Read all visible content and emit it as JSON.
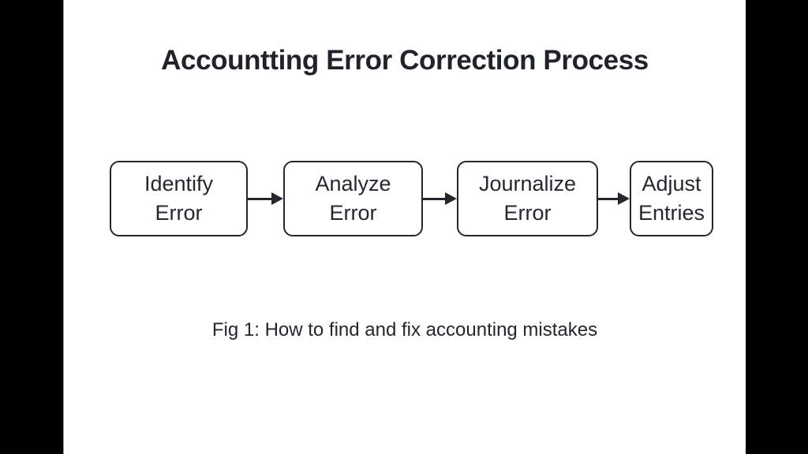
{
  "slide": {
    "title": "Accountting Error Correction Process",
    "caption": "Fig 1: How to find and fix accounting mistakes"
  },
  "flowchart": {
    "steps": [
      {
        "line1": "Identify",
        "line2": "Error"
      },
      {
        "line1": "Analyze",
        "line2": "Error"
      },
      {
        "line1": "Journalize",
        "line2": "Error"
      },
      {
        "line1": "Adjust",
        "line2": "Entries"
      }
    ],
    "connector": "right-arrow"
  },
  "colors": {
    "letterbox": "#000000",
    "slide_background": "#ffffff",
    "text": "#23262b",
    "box_border": "#24282e"
  }
}
